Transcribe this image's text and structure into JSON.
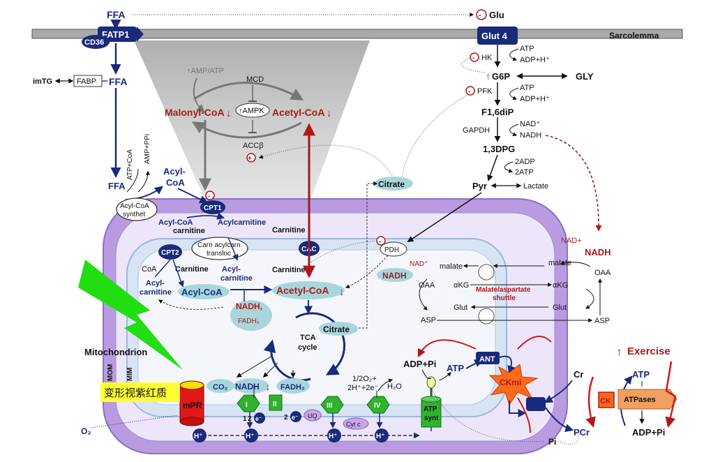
{
  "labels": {
    "ffa_top": "FFA",
    "glu": "Glu",
    "fatp1": "FATP1",
    "cd36": "CD36",
    "glut4": "Glut 4",
    "sarcolemma": "Sarcolemma",
    "imtg": "imTG",
    "fabp": "FABP",
    "ffa_mid": "FFA",
    "ffa_low": "FFA",
    "amp_atp": "↑AMP/ATP",
    "mcd": "MCD",
    "malonyl_coa": "Malonyl-CoA",
    "acetyl_coa_top": "Acetyl-CoA",
    "ampk": "↑AMPK",
    "accb": "ACCβ",
    "hk": "HK",
    "atp1": "ATP",
    "adp1": "ADP+H⁺",
    "g6p": "G6P",
    "gly": "GLY",
    "pfk": "PFK",
    "atp2": "ATP",
    "adp2": "ADP+H⁺",
    "f16dip": "F1,6diP",
    "gapdh": "GAPDH",
    "nad_plus_1": "NAD⁺",
    "nadh_1": "NADH",
    "dpg": "1,3DPG",
    "adp_2x": "2ADP",
    "atp_2x": "2ATP",
    "pyr": "Pyr",
    "lactate": "Lactate",
    "citrate_top": "Citrate",
    "atp_coa": "ATP+CoA",
    "amp_ppi": "AMP+PPi",
    "acyl_coa_1": "Acyl-",
    "acyl_coa_2": "CoA",
    "acyl_synth_1": "Acyl-CoA",
    "acyl_synth_2": "synthet",
    "cpt1": "CPT1",
    "acyl_coa_omm": "Acyl-CoA",
    "carnitine_omm": "carnitine",
    "acylcarnitine_omm": "Acylcarnitine",
    "carnitine_r": "Carnitine",
    "cac": "CAC",
    "cpt2": "CPT2",
    "carn_transloc_1": "Carn acylcarn",
    "carn_transloc_2": "transloc",
    "coa": "CoA",
    "carnitine_l": "Carnitine",
    "acylcarn_in_1": "Acyl-",
    "acylcarn_in_2": "carnitine",
    "acyl_carnitine_2": "Acyl-",
    "acyl_carnitine_3": "carnitine",
    "carnitine_lower": "Carnitine",
    "acyl_coa_matrix": "Acyl-CoA",
    "acetyl_coa_matrix": "Acetyl-CoA",
    "nadh_fadh": "NADH,",
    "fadh2": "FADH₂",
    "pdh": "PDH",
    "nad_plus_2": "NAD⁺",
    "nadh_2": "NADH",
    "malate_in": "malate",
    "oaa_in": "OAA",
    "akg_in": "αKG",
    "akg_out": "αKG",
    "shuttle_1": "Malate/aspartate",
    "shuttle_2": "shuttle",
    "glut_in": "Glut",
    "glut_out": "Glut",
    "asp_in": "ASP",
    "asp_out": "ASP",
    "malate_out": "malate",
    "oaa_out": "OAA",
    "nad_plus_3": "NAD+",
    "nadh_3": "NADH",
    "tca_1": "TCA",
    "tca_2": "cycle",
    "citrate_matrix": "Citrate",
    "mitochondrion": "Mitochondrion",
    "mom": "MOM",
    "mim": "MIM",
    "co2": "CO₂",
    "nadh_etc": "NADH",
    "fadh2_etc": "FADH₂",
    "half_o2": "1/2O₂+",
    "two_h": "2H⁺+2e⁻",
    "h2o": "H₂O",
    "adp_pi": "ADP+Pi",
    "atp_m": "ATP",
    "ant": "ANT",
    "ckmi": "CKmi",
    "exercise": "Exercise",
    "cr": "Cr",
    "atp_cyto": "ATP",
    "ck": "CK",
    "atpases": "ATPases",
    "pcr": "PCr",
    "adp_pi_cyto": "ADP+Pi",
    "pi": "Pi",
    "mpr": "mPR",
    "chinese": "变形视紫红质",
    "o2": "O₂",
    "complex_1": "I",
    "complex_2": "II",
    "complex_3": "III",
    "complex_4": "IV",
    "uq": "UQ",
    "cytc": "Cyt c",
    "atp_synt_1": "ATP",
    "atp_synt_2": "synt",
    "e_1": "e⁻",
    "e_2": "e⁻",
    "num_1": "1",
    "num_2": "2",
    "num_3": "2",
    "h_plus": "H⁺"
  },
  "colors": {
    "navy": "#1a2a7a",
    "red": "#b01818",
    "outer_membrane": "#b89be0",
    "inner_space": "#d8e4f4",
    "matrix": "#f4f6fc",
    "teal_oval": "#a9d6dc",
    "green_complex": "#2fb32f",
    "yellow_label": "#ffff33",
    "orange_ck": "#ff6a1a"
  }
}
